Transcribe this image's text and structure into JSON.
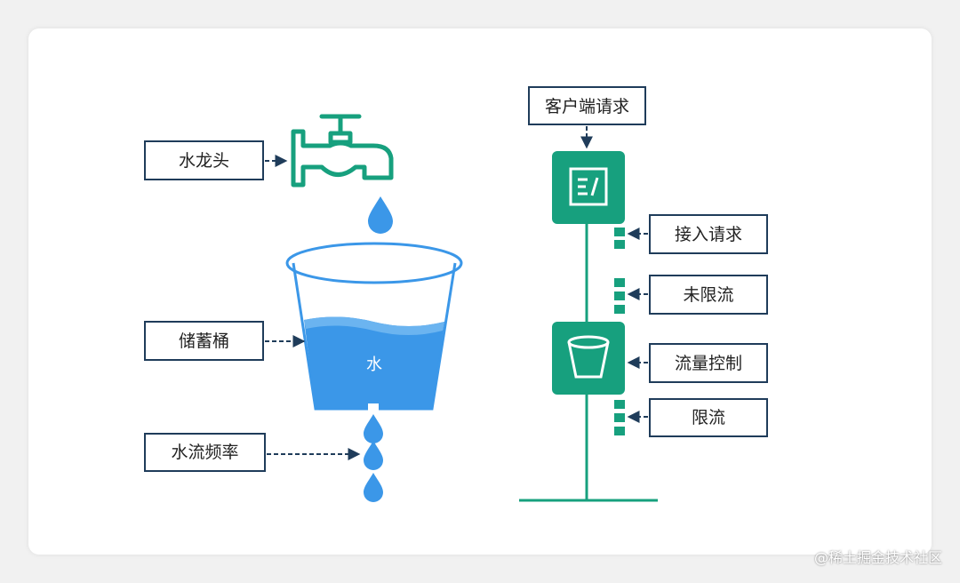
{
  "left_labels": {
    "faucet": "水龙头",
    "bucket": "储蓄桶",
    "flow_rate": "水流频率"
  },
  "water_label": "水",
  "right_labels": {
    "client_request": "客户端请求",
    "accept_request": "接入请求",
    "unlimited": "未限流",
    "flow_control": "流量控制",
    "limited": "限流"
  },
  "watermark": "@稀土掘金技术社区",
  "colors": {
    "teal": "#17a07e",
    "water": "#3b97e8",
    "box_border": "#1f3c5a",
    "arrow": "#1f3c5a"
  },
  "icons": [
    "faucet-icon",
    "water-drop-icon",
    "bucket-icon",
    "document-icon"
  ]
}
